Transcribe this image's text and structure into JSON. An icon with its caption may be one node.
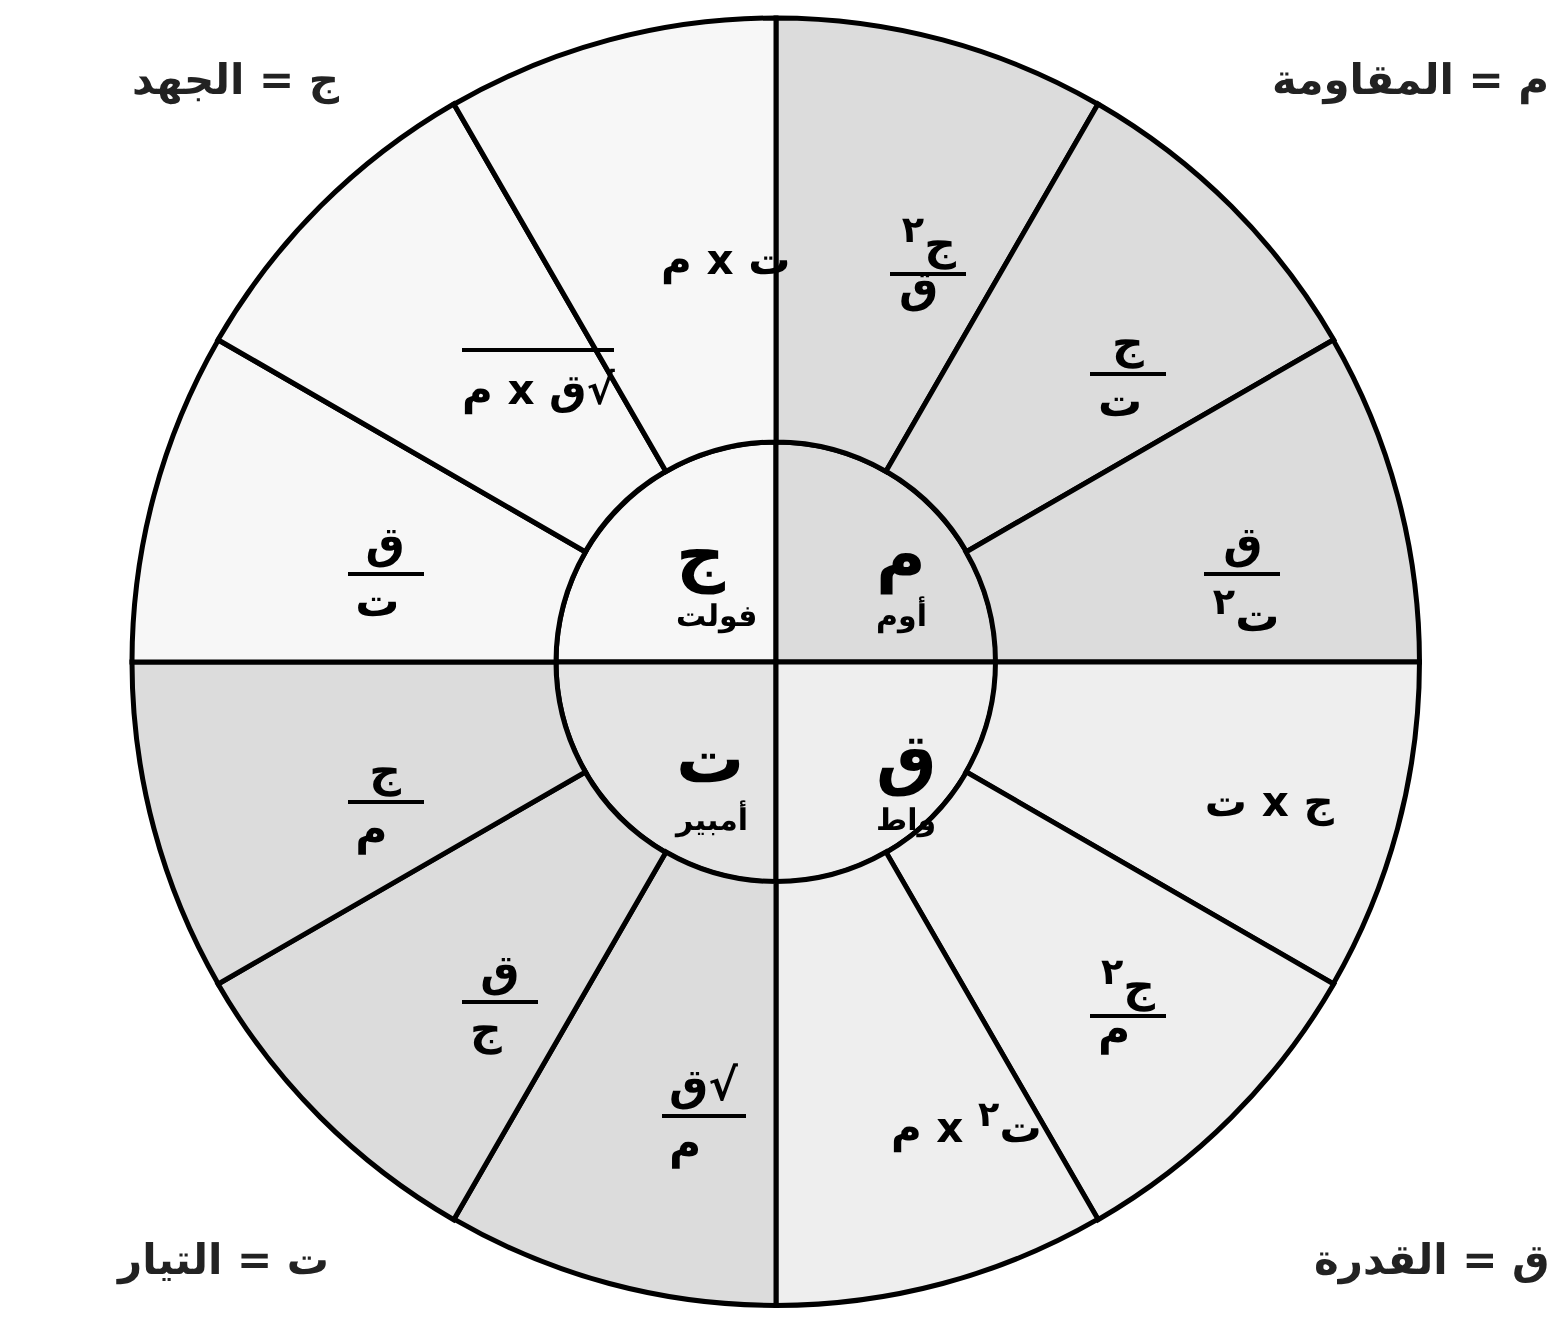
{
  "diagram": {
    "nodes": [
      {
        "text": [
          "ج",
          "فولت"
        ]
      },
      {
        "text": [
          "م",
          "أوم"
        ]
      },
      {
        "text": [
          "ت",
          "أمبير"
        ]
      },
      {
        "text": [
          "ق",
          "واط"
        ]
      },
      {
        "text": [
          "ج$^{٢}$",
          "ق"
        ]
      },
      {
        "text": [
          "ج",
          "ت"
        ]
      },
      {
        "text": [
          "ق",
          "ت$^{٢}$"
        ]
      },
      {
        "text": [
          "ج x ت"
        ]
      },
      {
        "text": [
          "ج$^{٢}$",
          "م"
        ]
      },
      {
        "text": [
          "ت$^{٢}$ x م"
        ]
      },
      {
        "text": [
          "√ق",
          "م"
        ]
      },
      {
        "text": [
          "ق",
          "ج"
        ]
      },
      {
        "text": [
          "ج",
          "م"
        ]
      },
      {
        "text": [
          "ق",
          "ت"
        ]
      },
      {
        "text": [
          "√ق x م"
        ]
      },
      {
        "text": [
          "ت x م"
        ]
      }
    ],
    "edges": [],
    "labels": [
      "ج = الجهد",
      "م = المقاومة",
      "ت = التيار",
      "ق = القدرة"
    ]
  }
}
